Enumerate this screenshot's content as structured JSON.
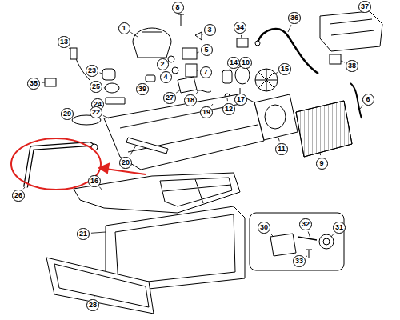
{
  "diagram": {
    "labels": [
      "1",
      "8",
      "3",
      "34",
      "37",
      "36",
      "13",
      "2",
      "5",
      "4",
      "7",
      "38",
      "14",
      "39",
      "23",
      "25",
      "24",
      "27",
      "10",
      "15",
      "6",
      "35",
      "17",
      "18",
      "19",
      "12",
      "29",
      "22",
      "11",
      "9",
      "20",
      "26",
      "16",
      "21",
      "30",
      "32",
      "31",
      "33",
      "28"
    ]
  }
}
